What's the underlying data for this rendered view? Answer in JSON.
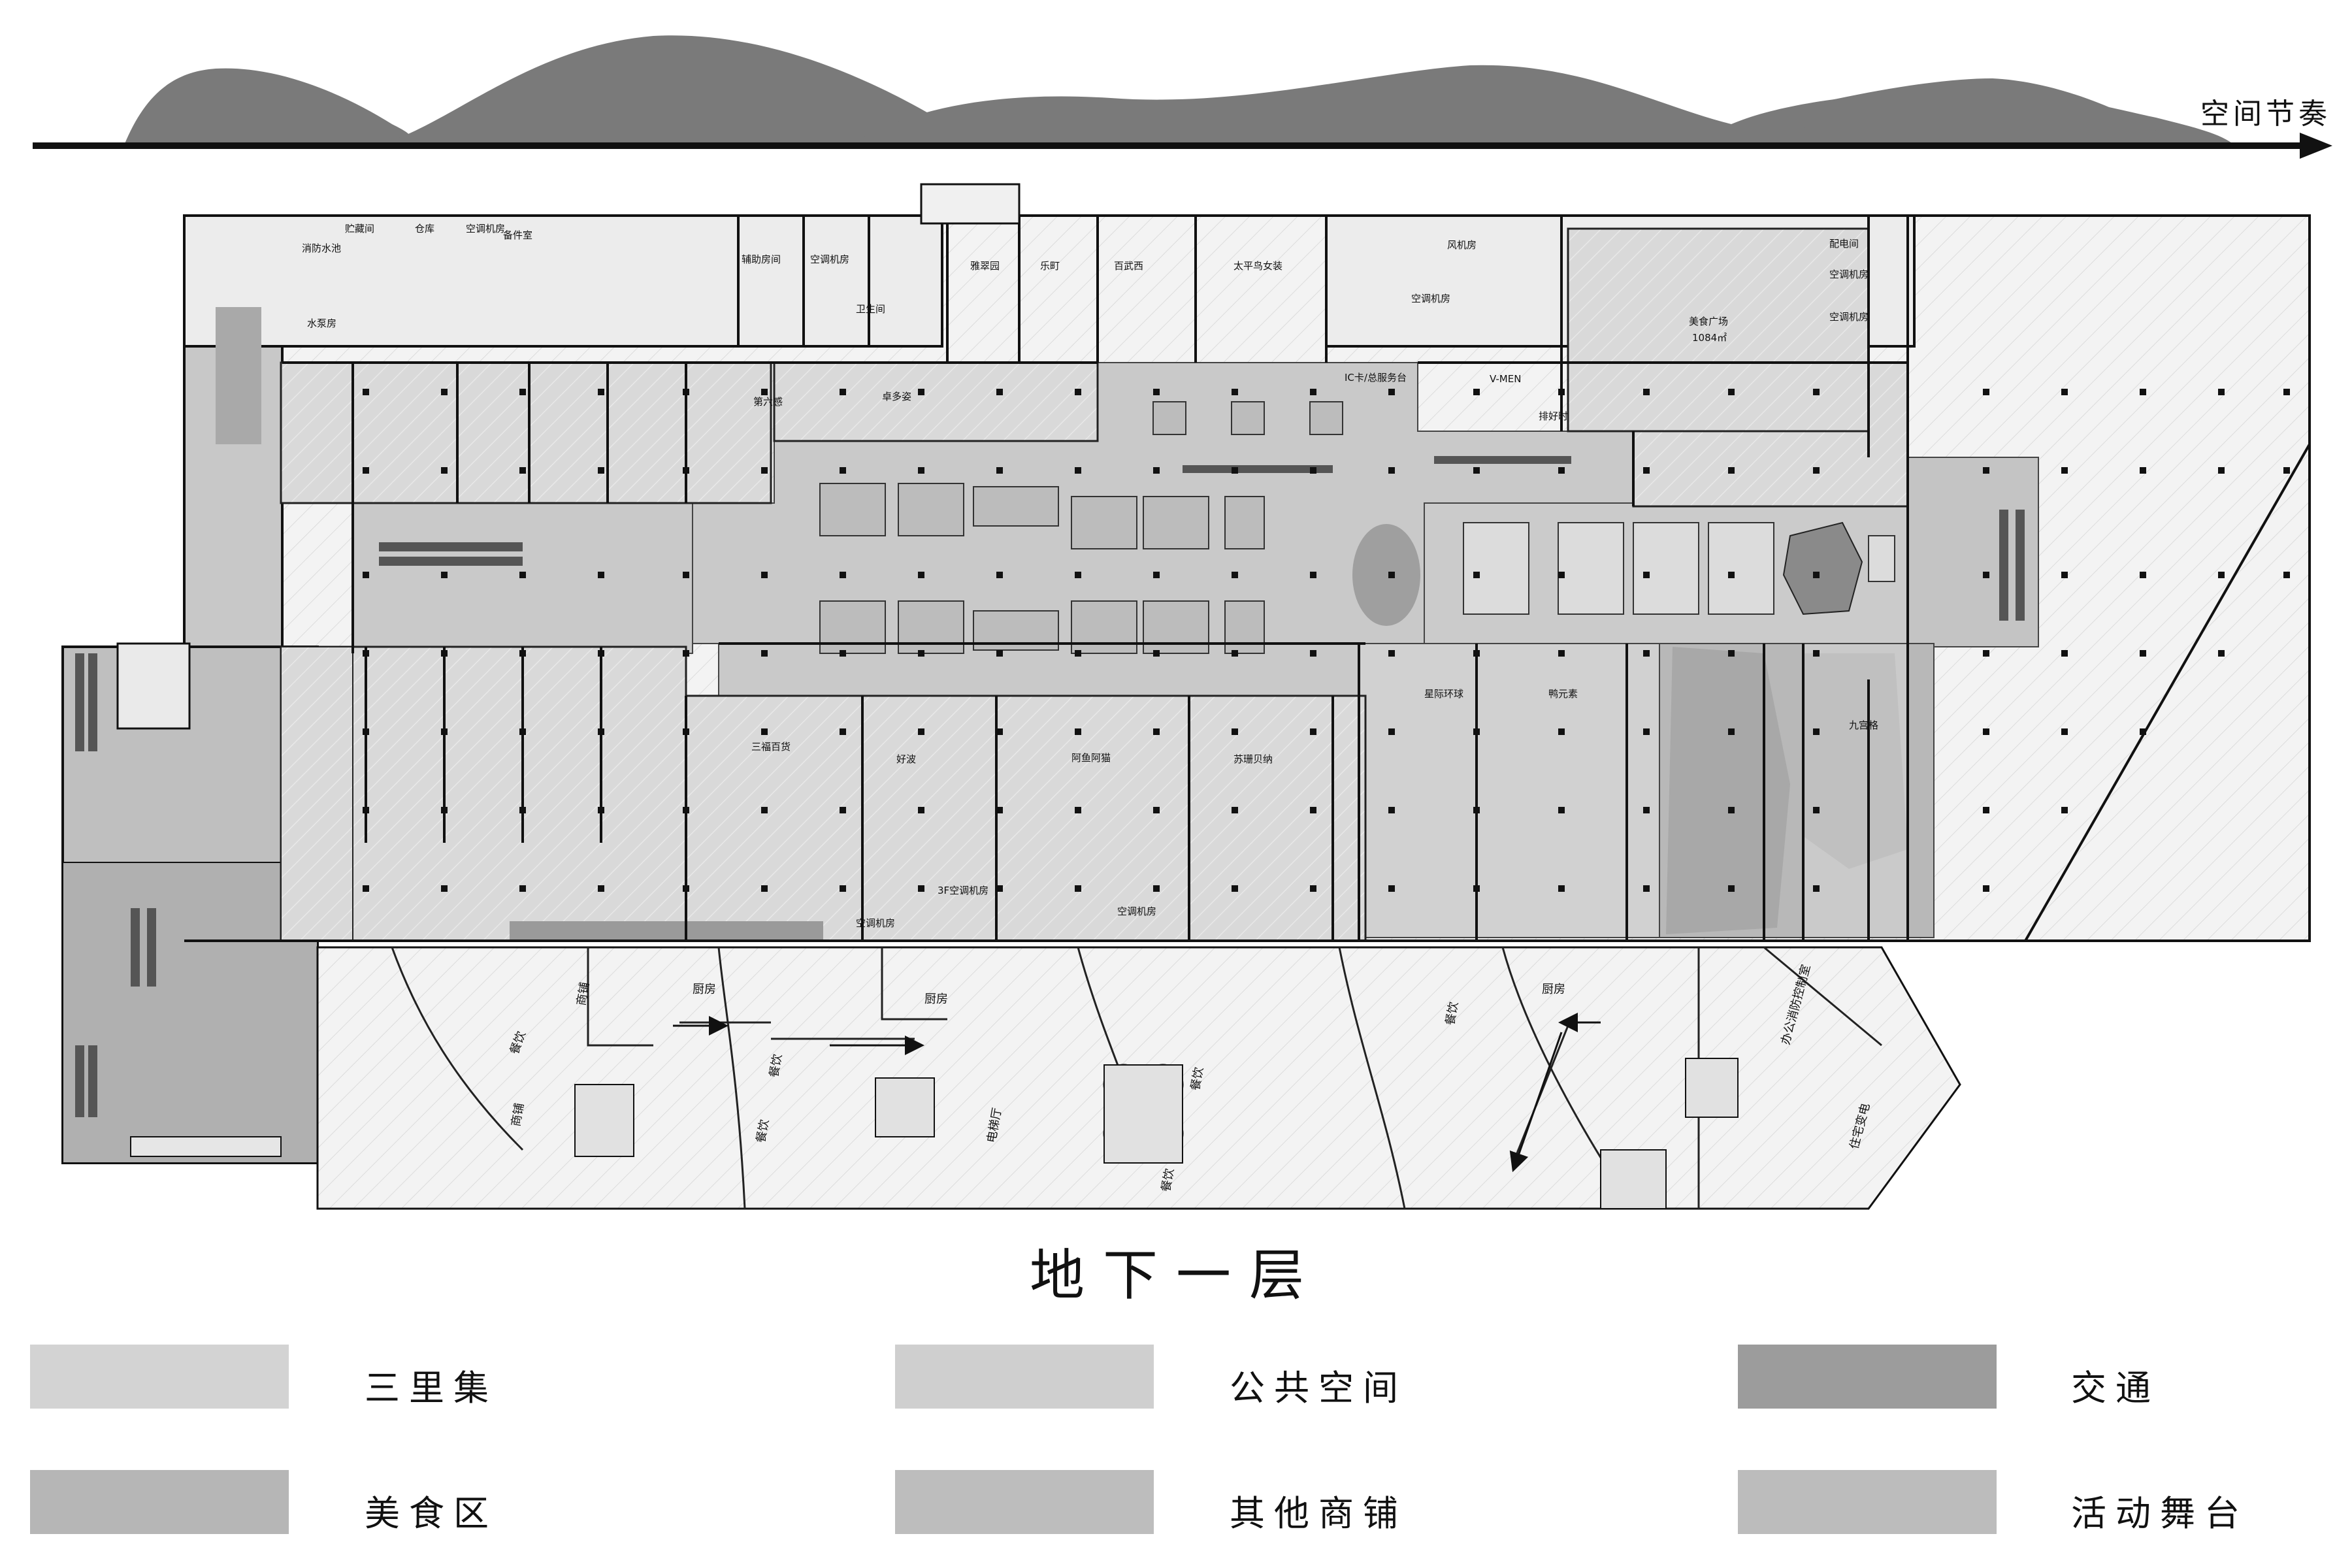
{
  "header": {
    "rhythm_label": "空间节奏"
  },
  "floor_title": "地下一层",
  "legend": [
    {
      "label": "三里集",
      "color": "#d3d3d3"
    },
    {
      "label": "公共空间",
      "color": "#cfcfcf"
    },
    {
      "label": "交通",
      "color": "#9c9c9c"
    },
    {
      "label": "美食区",
      "color": "#b6b6b6"
    },
    {
      "label": "其他商铺",
      "color": "#bdbdbd"
    },
    {
      "label": "活动舞台",
      "color": "#bcbcbc"
    }
  ],
  "room_labels": {
    "fire_pool": "消防水池",
    "storage": "贮藏间",
    "storage2": "仓库",
    "ac_room_1": "空调机房",
    "warehouse": "备件室",
    "pump_room": "水泵房",
    "aux_room_1": "辅助房间",
    "ac_room_2": "空调机房",
    "toilet": "卫生间",
    "shop_1": "雅翠园",
    "shop_2": "乐町",
    "shop_3": "百武西",
    "shop_4": "太平鸟女装",
    "fan_room": "风机房",
    "ac_room_3": "空调机房",
    "dist_room": "配电间",
    "ac_room_4": "空调机房",
    "ac_room_5": "空调机房",
    "food_court": "美食广场",
    "food_court_area": "1084㎡",
    "service_desk": "IC卡/总服务台",
    "vmen": "V-MEN",
    "good_time": "排好时",
    "shop_5": "第六感",
    "shop_6": "卓多姿",
    "shop_7": "星际环球",
    "shop_8": "鸭元素",
    "shop_9": "九宫格",
    "shop_10": "三福百货",
    "shop_11": "好波",
    "shop_12": "阿鱼阿猫",
    "shop_13": "苏珊贝纳",
    "ac_room_6": "3F空调机房",
    "ac_room_7": "空调机房",
    "ac_room_8": "空调机房",
    "kitchen_1": "厨房",
    "kitchen_2": "厨房",
    "kitchen_3": "厨房",
    "dining_1": "餐饮",
    "dining_2": "餐饮",
    "dining_3": "餐饮",
    "dining_4": "餐饮",
    "dining_5": "餐饮",
    "dining_6": "餐饮",
    "retail_1": "商铺",
    "retail_2": "商铺",
    "elevator_hall": "电梯厅",
    "office_fire": "办公消防控制室",
    "residential_sub": "住宅变电"
  }
}
